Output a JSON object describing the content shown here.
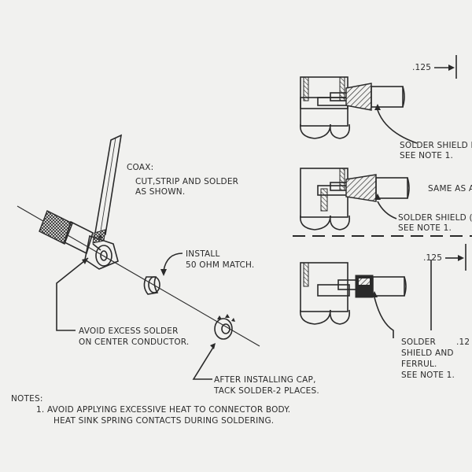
{
  "labels": {
    "coax_title": "COAX:",
    "coax_line1": "CUT,STRIP AND SOLDER",
    "coax_line2": "AS SHOWN.",
    "install_line1": "INSTALL",
    "install_line2": "50 OHM MATCH.",
    "avoid_line1": "AVOID EXCESS SOLDER",
    "avoid_line2": "ON CENTER CONDUCTOR.",
    "after_line1": "AFTER INSTALLING CAP,",
    "after_line2": "TACK SOLDER-2 PLACES.",
    "notes_title": "NOTES:",
    "note1_line1": "1.   AVOID APPLYING EXCESSIVE HEAT TO CONNECTOR BODY.",
    "note1_line2": "HEAT SINK SPRING CONTACTS DURING SOLDERING.",
    "dim_top": ".125",
    "solder1_line1": "SOLDER SHIELD IN",
    "solder1_line2": "SEE NOTE 1.",
    "same_as": "SAME AS A",
    "solder2_line1": "SOLDER SHIELD (",
    "solder2_line2": "SEE NOTE 1.",
    "dim_mid": ".125",
    "solder3_line1": "SOLDER",
    "solder3_line2": "SHIELD AND",
    "solder3_line3": "FERRUL.",
    "solder3_line4": "SEE NOTE 1.",
    "dim_bottom": ".12"
  }
}
